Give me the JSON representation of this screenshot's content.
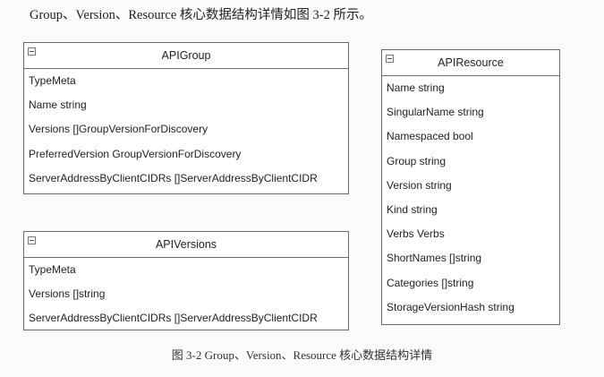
{
  "intro_text": "Group、Version、Resource 核心数据结构详情如图 3-2 所示。",
  "caption": "图 3-2 Group、Version、Resource 核心数据结构详情",
  "boxes": {
    "apigroup": {
      "title": "APIGroup",
      "fields": [
        "TypeMeta",
        "Name string",
        "Versions []GroupVersionForDiscovery",
        "PreferredVersion GroupVersionForDiscovery",
        "ServerAddressByClientCIDRs []ServerAddressByClientCIDR"
      ]
    },
    "apiversions": {
      "title": "APIVersions",
      "fields": [
        "TypeMeta",
        "Versions []string",
        "ServerAddressByClientCIDRs []ServerAddressByClientCIDR"
      ]
    },
    "apiresource": {
      "title": "APIResource",
      "fields": [
        "Name string",
        "SingularName string",
        "Namespaced bool",
        "Group string",
        "Version string",
        "Kind string",
        "Verbs Verbs",
        "ShortNames []string",
        "Categories []string",
        "StorageVersionHash string"
      ]
    }
  }
}
